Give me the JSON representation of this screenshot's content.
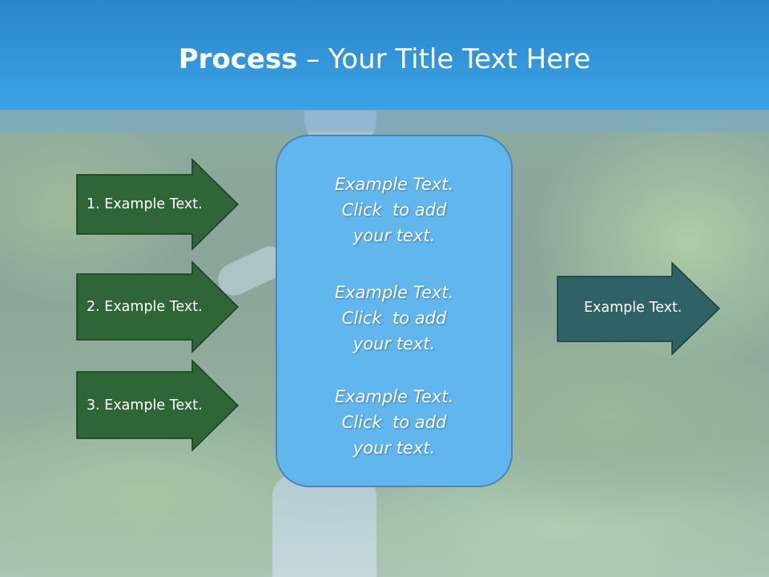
{
  "title": {
    "bold": "Process",
    "rest": " – Your Title Text Here"
  },
  "left_arrows": [
    {
      "label": "1. Example Text."
    },
    {
      "label": "2. Example Text."
    },
    {
      "label": "3. Example Text."
    }
  ],
  "center_box": {
    "items": [
      {
        "line1": "Example Text.",
        "line2": "Click  to add",
        "line3": "your text."
      },
      {
        "line1": "Example Text.",
        "line2": "Click  to add",
        "line3": "your text."
      },
      {
        "line1": "Example Text.",
        "line2": "Click  to add",
        "line3": "your text."
      }
    ]
  },
  "right_arrow": {
    "label": "Example Text."
  },
  "colors": {
    "title_bar": "#3aa2e6",
    "left_arrow_fill": "#2f6638",
    "right_arrow_fill": "#2f6266",
    "center_box_fill": "#62b6ee"
  }
}
